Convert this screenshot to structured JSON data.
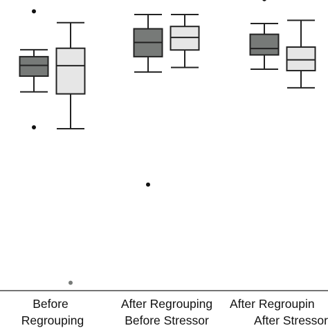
{
  "chart_data": {
    "type": "box",
    "title": "",
    "xlabel": "",
    "ylabel": "",
    "y_range": [
      0,
      100
    ],
    "y_axis_visible": false,
    "grid": false,
    "legend": "none",
    "categories": [
      {
        "label_lines": [
          "Before",
          "Regrouping"
        ]
      },
      {
        "label_lines": [
          "After Regrouping",
          "Before Stressor"
        ]
      },
      {
        "label_lines": [
          "After Regroupin",
          "After Stressor"
        ]
      }
    ],
    "series": [
      {
        "color": "#777a78",
        "boxes": [
          {
            "whisker_low": 68.4,
            "q1": 73.8,
            "median": 77.5,
            "q3": 80.5,
            "whisker_high": 82.9,
            "outliers": [
              96.1,
              56.2
            ]
          },
          {
            "whisker_low": 75.2,
            "q1": 80.5,
            "median": 85.4,
            "q3": 90.1,
            "whisker_high": 95.0,
            "outliers": [
              36.5
            ]
          },
          {
            "whisker_low": 76.2,
            "q1": 81.1,
            "median": 83.3,
            "q3": 88.2,
            "whisker_high": 91.9,
            "outliers": [
              100.3
            ]
          }
        ]
      },
      {
        "color": "#e6e6e6",
        "boxes": [
          {
            "whisker_low": 55.7,
            "q1": 67.7,
            "median": 77.4,
            "q3": 83.4,
            "whisker_high": 92.2,
            "outliers": [
              2.7
            ]
          },
          {
            "whisker_low": 76.8,
            "q1": 82.8,
            "median": 87.1,
            "q3": 90.9,
            "whisker_high": 95.0,
            "outliers": []
          },
          {
            "whisker_low": 69.8,
            "q1": 75.7,
            "median": 79.4,
            "q3": 83.8,
            "whisker_high": 93.0,
            "outliers": []
          }
        ]
      }
    ]
  }
}
